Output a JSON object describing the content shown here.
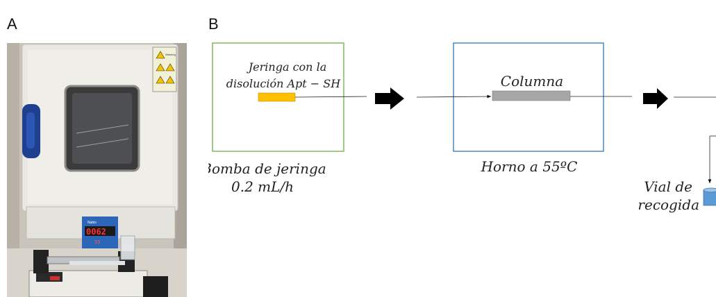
{
  "panels": {
    "a_label": "A",
    "b_label": "B"
  },
  "photo": {
    "oven_display": "0062",
    "oven_display_sub": "55",
    "warning_text": "Warning",
    "brand": "Nabis"
  },
  "diagram": {
    "syringe_label_line1": "Jeringa con la",
    "syringe_label_line2": "disolución Apt − SH",
    "column_label": "Columna",
    "pump_label": "Bomba de jeringa",
    "flow_rate": "0.2 mL/h",
    "oven_label": "Horno a 55ºC",
    "vial_label_line1": "Vial de",
    "vial_label_line2": "recogida"
  },
  "colors": {
    "pump_box": "#70ad47",
    "oven_box": "#2e75b6",
    "syringe": "#ffc000",
    "column": "#a6a6a6",
    "vial": "#5b9bd5",
    "arrow": "#000000"
  }
}
